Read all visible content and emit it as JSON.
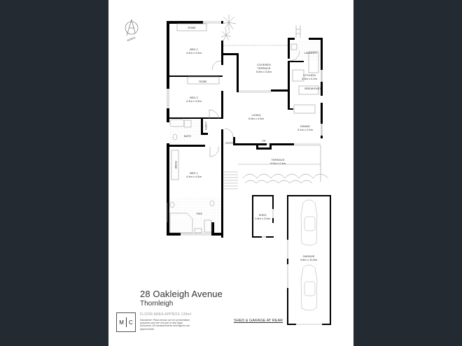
{
  "property": {
    "address": "28 Oakleigh Avenue",
    "suburb": "Thornleigh",
    "floor_area": "FLOOR AREA APPROX 139m²",
    "disclaimer": "Disclaimer: Plans shown are for presentation purposes and are not part of any legal document. All measurements and figures are approximate.",
    "rear_note": "SHED & GARAGE AT REAR"
  },
  "logo": {
    "left": "M",
    "right": "C"
  },
  "compass": {
    "label": "NORTH"
  },
  "rooms": {
    "bed2": {
      "name": "BED 2",
      "size": "4.4m x 4.5m"
    },
    "bed2_robe": {
      "name": "ROBE"
    },
    "bed3": {
      "name": "BED 3",
      "size": "4.4m x 3.5m"
    },
    "bed3_robe": {
      "name": "ROBE"
    },
    "covered_terrace": {
      "name1": "COVERED",
      "name2": "TERRACE",
      "size": "5.5m x 3.8m"
    },
    "laundry": {
      "name": "LAUNDRY"
    },
    "kitchen": {
      "name": "KITCHEN",
      "size": "3.0m x 4.2m"
    },
    "breakfast": {
      "name": "BREAKFAST"
    },
    "living": {
      "name": "LIVING",
      "size": "5.8m x 4.5m"
    },
    "dining": {
      "name": "DINING",
      "size": "3.1m x 2.9m"
    },
    "bath": {
      "name": "BATH"
    },
    "linen": {
      "name": "LINEN"
    },
    "entry": {
      "name": "ENTRY"
    },
    "fp": {
      "name": "FP"
    },
    "terrace": {
      "name": "TERRACE",
      "size": "9.0m x 2.4m"
    },
    "bed1": {
      "name": "BED 1",
      "size": "4.4m x 4.5m"
    },
    "bed1_robe": {
      "name": "ROBE"
    },
    "ens": {
      "name": "ENS"
    },
    "shed": {
      "name": "SHED",
      "size": "1.8m x 3.5m"
    },
    "garage": {
      "name": "GARAGE",
      "size": "3.8m x 10.8m"
    }
  },
  "colors": {
    "background": "#232a31",
    "page": "#ffffff",
    "wall": "#000000"
  }
}
